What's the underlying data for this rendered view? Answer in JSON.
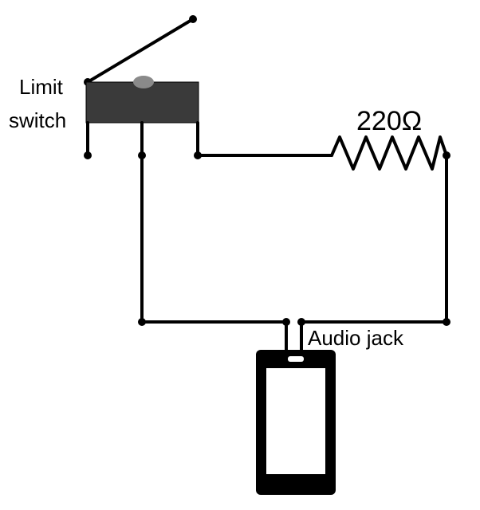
{
  "labels": {
    "limit_switch_line1": "Limit",
    "limit_switch_line2": "switch",
    "resistor_value": "220Ω",
    "audio_jack": "Audio jack"
  },
  "colors": {
    "wire": "#000000",
    "switch_body": "#3a3a3a",
    "switch_button": "#8a8a8a",
    "phone_body": "#000000",
    "phone_screen": "#ffffff"
  },
  "icons": {
    "switch": "limit-switch-icon",
    "resistor": "resistor-icon",
    "phone": "smartphone-icon"
  }
}
